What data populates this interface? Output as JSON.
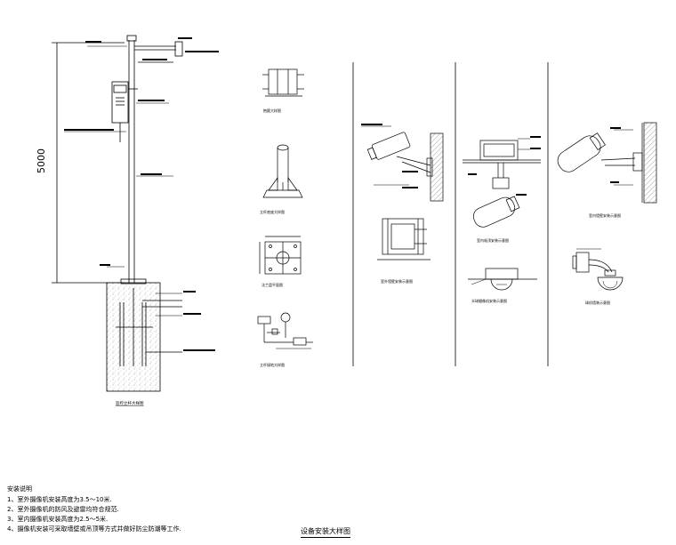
{
  "dimension": {
    "height": "5000"
  },
  "notes": {
    "heading": "安装说明",
    "items": [
      "1、室外摄像机安装高度为3.5～10米.",
      "2、室外摄像机的防风及避雷均符合规范.",
      "3、室内摄像机安装高度为2.5～5米.",
      "4、摄像机安装可采取墙壁或吊顶等方式并做好防尘防潮等工作."
    ]
  },
  "sheet_title": "设备安装大样图",
  "details": {
    "pole_elevation": "监控立杆大样图",
    "hoop_detail": "抱箍大样图",
    "base_plate": "立杆底座大样图",
    "flange_plan": "法兰盘平面图",
    "ground_detail": "立杆接地大样图",
    "wall_bracket": "室外墙壁安装示意图",
    "ceiling_mount": "室内吸顶安装示意图",
    "ceiling_dome": "半球摄像机安装示意图",
    "wall_camera": "室内墙壁安装示意图",
    "dome_wall": "球机墙装示意图"
  }
}
